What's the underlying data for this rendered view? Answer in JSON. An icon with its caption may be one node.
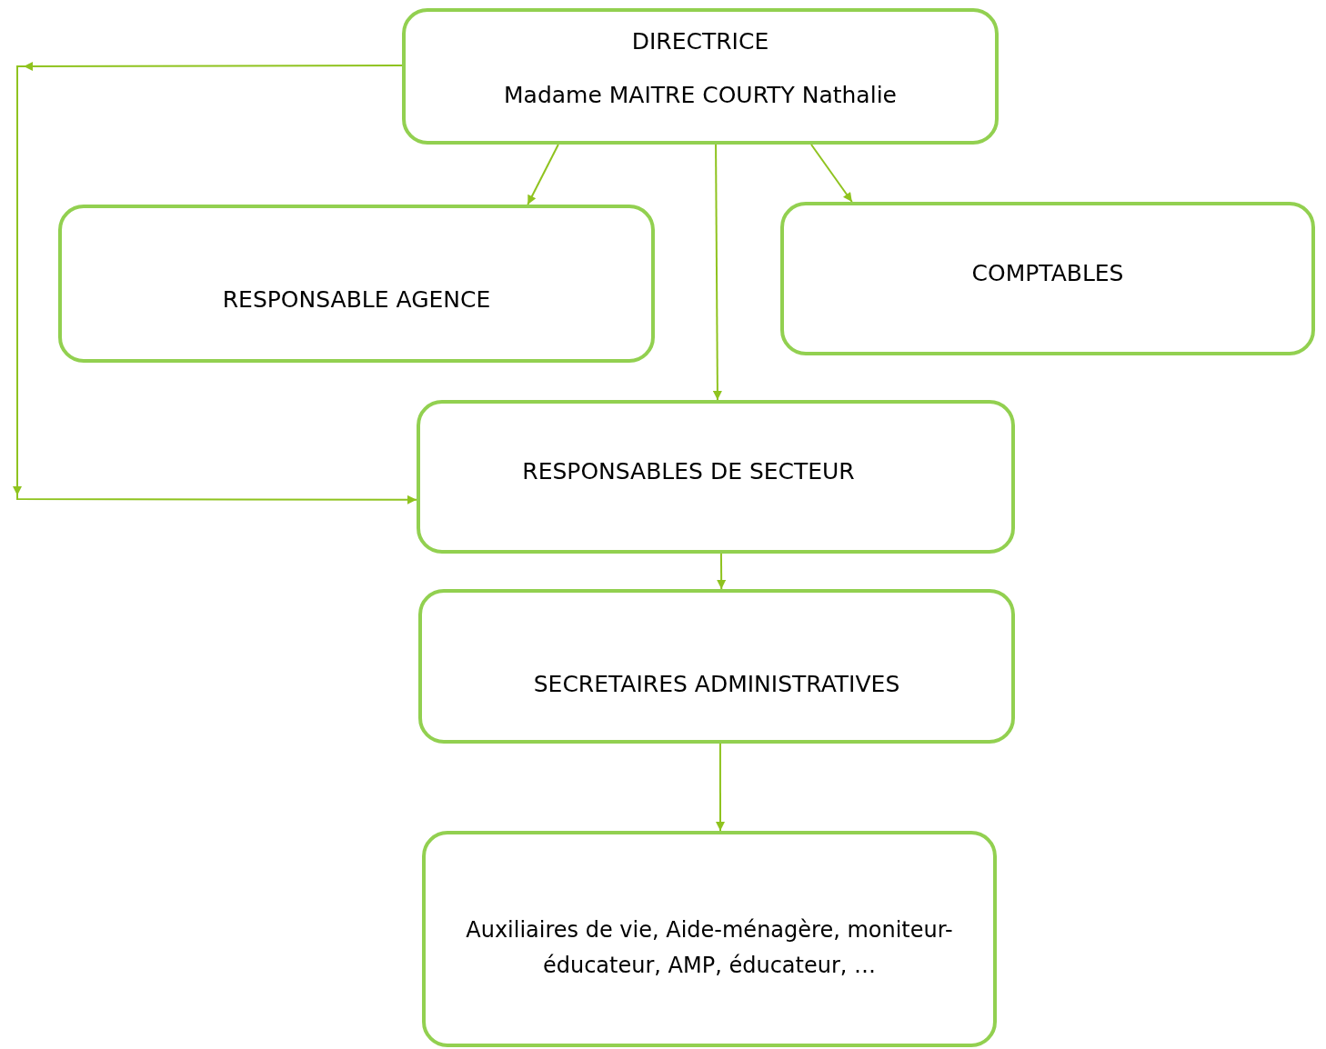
{
  "diagram": {
    "nodes": [
      {
        "text": [
          "DIRECTRICE",
          "Madame MAITRE COURTY Nathalie"
        ]
      },
      {
        "text": [
          "RESPONSABLE AGENCE"
        ]
      },
      {
        "text": [
          "COMPTABLES"
        ]
      },
      {
        "text": [
          "RESPONSABLES DE SECTEUR"
        ]
      },
      {
        "text": [
          "SECRETAIRES ADMINISTRATIVES"
        ]
      },
      {
        "text": [
          "Auxiliaires de vie, Aide-ménagère, moniteur-éducateur, AMP, éducateur, …"
        ]
      }
    ],
    "edges": [
      {
        "from": 0,
        "to": 3,
        "arrow": "to"
      },
      {
        "from": 0,
        "to": 1,
        "arrow": "to"
      },
      {
        "from": 0,
        "to": 3,
        "arrow": "to"
      },
      {
        "from": 0,
        "to": 2,
        "arrow": "to"
      },
      {
        "from": 3,
        "to": 4,
        "arrow": "to"
      },
      {
        "from": 4,
        "to": 5,
        "arrow": "to"
      }
    ]
  }
}
